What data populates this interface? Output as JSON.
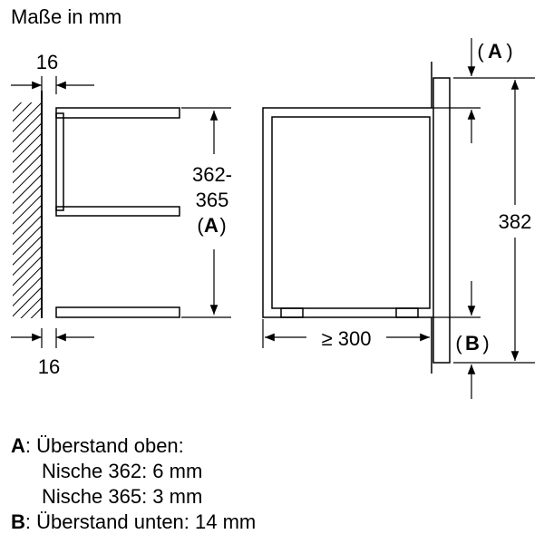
{
  "title": "Maße in mm",
  "dimensions": {
    "side_gap_top": "16",
    "side_gap_bottom": "16",
    "niche_height": [
      "362-",
      "365"
    ],
    "niche_height_note": "A",
    "depth": "≥ 300",
    "overall_height": "382",
    "ref_top": "A",
    "ref_bottom": "B"
  },
  "legend": {
    "a_key": "A",
    "a_text": ": Überstand oben:",
    "a_line1": "Nische 362: 6 mm",
    "a_line2": "Nische 365: 3 mm",
    "b_key": "B",
    "b_text": ": Überstand unten: 14 mm"
  }
}
